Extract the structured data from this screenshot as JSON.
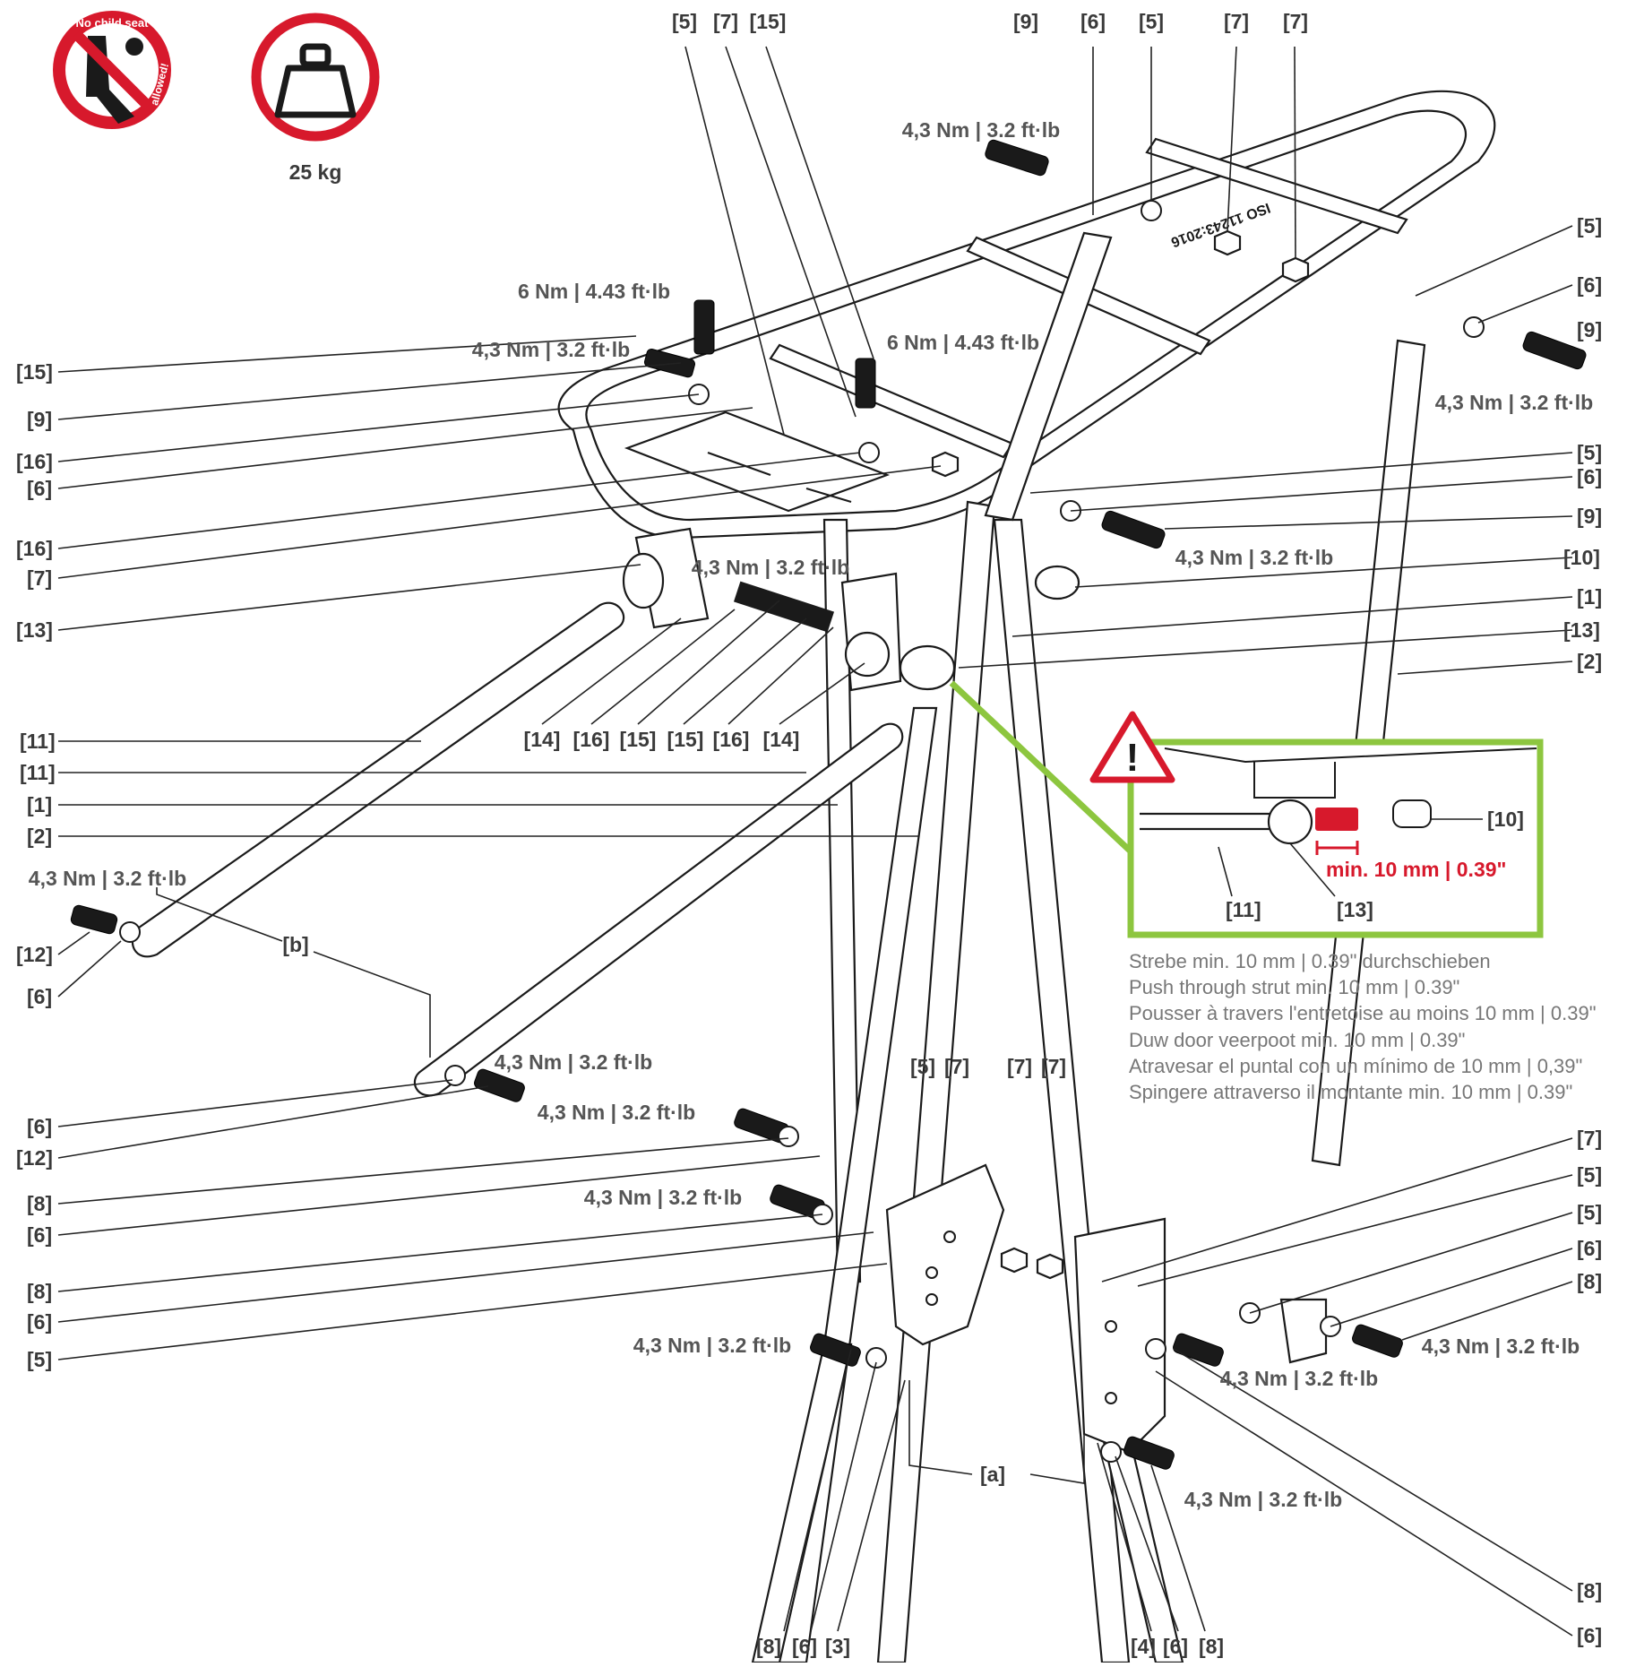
{
  "icons": {
    "no_child_seat": {
      "icon": "no-child-seat-icon",
      "text_top": "No child seat",
      "text_side": "allowed!",
      "color": "#d7192c"
    },
    "max_load": {
      "icon": "weight-icon",
      "value": "25 kg",
      "color": "#d7192c"
    }
  },
  "torques": {
    "t43": "4,3 Nm | 3.2 ft·lb",
    "t6": "6 Nm | 4.43 ft·lb"
  },
  "labels": {
    "top_row": [
      "[5]",
      "[7]",
      "[15]",
      "[9]",
      "[6]",
      "[5]",
      "[7]",
      "[7]"
    ],
    "left_col": [
      "[15]",
      "[9]",
      "[16]",
      "[6]",
      "[16]",
      "[7]",
      "[13]",
      "[11]",
      "[11]",
      "[1]",
      "[2]",
      "[12]",
      "[6]",
      "[6]",
      "[12]",
      "[8]",
      "[6]",
      "[8]",
      "[6]",
      "[5]"
    ],
    "right_col": [
      "[5]",
      "[6]",
      "[9]",
      "[5]",
      "[6]",
      "[9]",
      "[10]",
      "[1]",
      "[13]",
      "[2]",
      "[7]",
      "[5]",
      "[5]",
      "[6]",
      "[8]",
      "[8]",
      "[6]"
    ],
    "mid_row": [
      "[14]",
      "[16]",
      "[15]",
      "[15]",
      "[16]",
      "[14]"
    ],
    "mid_bottom": [
      "[5]",
      "[7]",
      "[7]",
      "[7]"
    ],
    "bottom_left": [
      "[8]",
      "[6]",
      "[3]"
    ],
    "bottom_right": [
      "[4]",
      "[6]",
      "[8]"
    ],
    "b": "[b]",
    "a": "[a]"
  },
  "detail": {
    "warning": "!",
    "label_10": "[10]",
    "label_11": "[11]",
    "label_13": "[13]",
    "measure": "min. 10 mm | 0.39\"",
    "accent": "#8dc63f",
    "measure_color": "#d7192c"
  },
  "instructions": [
    "Strebe min. 10 mm | 0.39\" durchschieben",
    "Push through strut min. 10 mm | 0.39\"",
    "Pousser à travers l'entretoise au moins 10 mm | 0.39\"",
    "Duw door veerpoot min. 10 mm | 0.39\"",
    "Atravesar el puntal con un mínimo de 10 mm | 0,39\"",
    "Spingere attraverso il montante min. 10 mm | 0.39\""
  ]
}
